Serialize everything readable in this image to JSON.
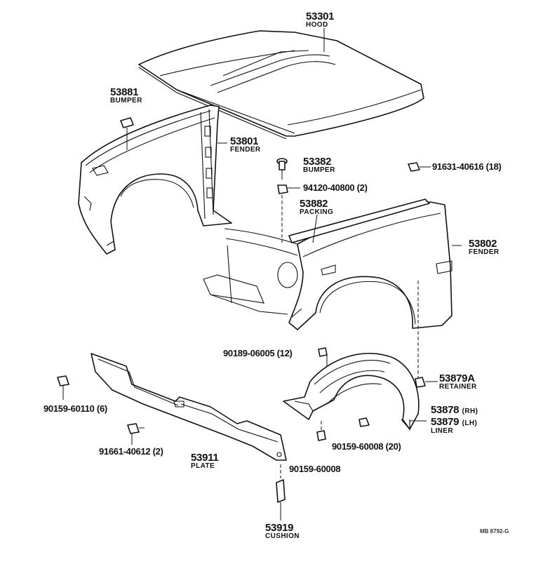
{
  "parts": {
    "hood": {
      "number": "53301",
      "name": "HOOD"
    },
    "bumper_53881": {
      "number": "53881",
      "name": "BUMPER"
    },
    "fender_lh": {
      "number": "53801",
      "name": "FENDER"
    },
    "bumper_53382": {
      "number": "53382",
      "name": "BUMPER"
    },
    "screw_91631": {
      "number": "91631-40616 (18)"
    },
    "nut_94120": {
      "number": "94120-40800 (2)"
    },
    "packing": {
      "number": "53882",
      "name": "PACKING"
    },
    "fender_rh": {
      "number": "53802",
      "name": "FENDER"
    },
    "screw_90189": {
      "number": "90189-06005 (12)"
    },
    "retainer": {
      "number": "53879A",
      "name": "RETAINER"
    },
    "screw_90159_60110": {
      "number": "90159-60110 (6)"
    },
    "liner_rh": {
      "number": "53878",
      "suffix": "(RH)"
    },
    "liner_lh": {
      "number": "53879",
      "suffix": "(LH)",
      "name": "LINER"
    },
    "bolt_91661": {
      "number": "91661-40612 (2)"
    },
    "plate": {
      "number": "53911",
      "name": "PLATE"
    },
    "screw_90159_60008_20": {
      "number": "90159-60008 (20)"
    },
    "screw_90159_60008": {
      "number": "90159-60008"
    },
    "cushion": {
      "number": "53919",
      "name": "CUSHION"
    }
  },
  "drawing_code": "MB 8792-G"
}
